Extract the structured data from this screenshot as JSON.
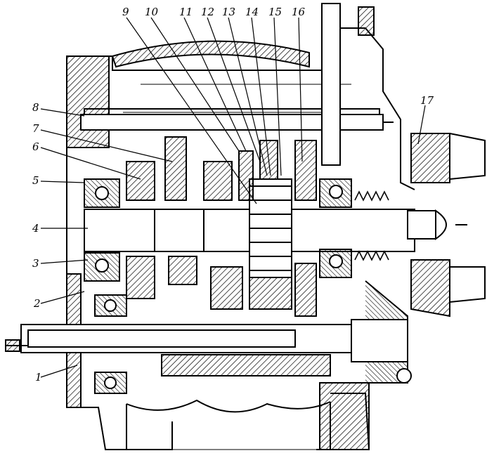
{
  "labels": {
    "l1": "1",
    "l2": "2",
    "l3": "3",
    "l4": "4",
    "l5": "5",
    "l6": "6",
    "l7": "7",
    "l8": "8",
    "l9": "9",
    "l10": "10",
    "l11": "11",
    "l12": "12",
    "l13": "13",
    "l14": "14",
    "l15": "15",
    "l16": "16",
    "l17": "17"
  },
  "colors": {
    "ink": "#000000",
    "paper": "#ffffff"
  }
}
